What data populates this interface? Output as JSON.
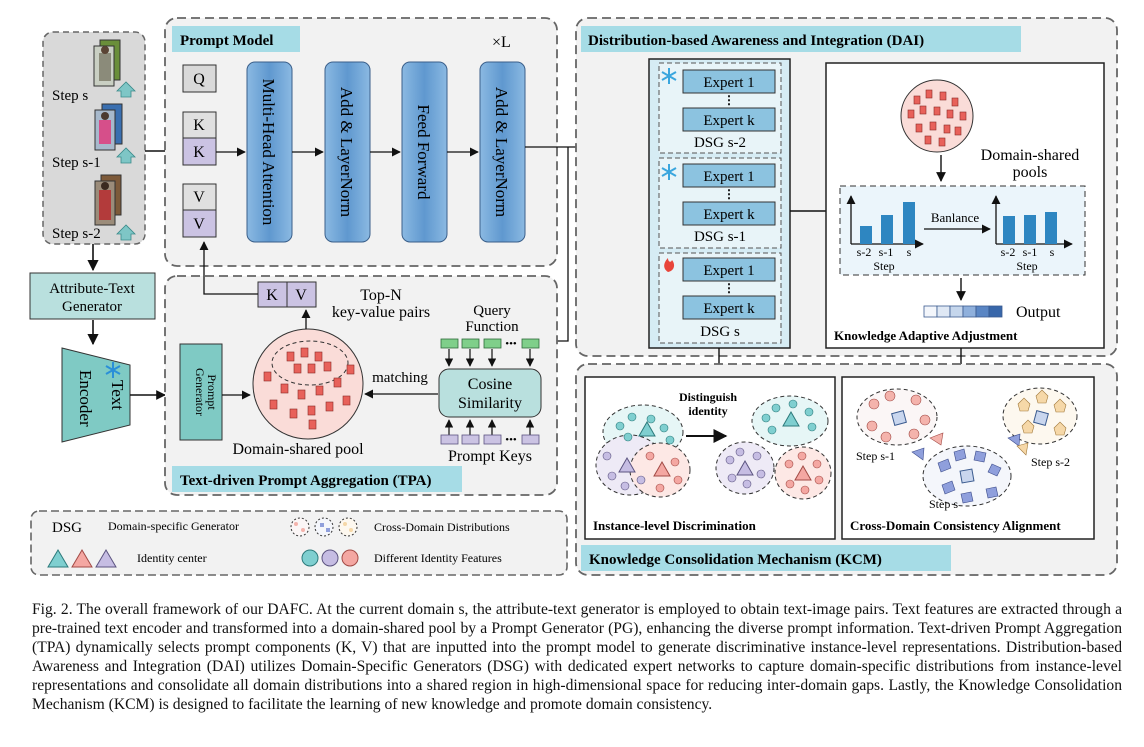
{
  "prompt_model": {
    "title": "Prompt Model",
    "repeat": "×L",
    "q": "Q",
    "k": "K",
    "v": "V",
    "blocks": [
      "Multi-Head Attention",
      "Add & LayerNorm",
      "Feed Forward",
      "Add & LayerNorm"
    ]
  },
  "steps": {
    "s": "Step s",
    "s1": "Step s-1",
    "s2": "Step s-2"
  },
  "generator": {
    "label_line1": "Attribute-Text",
    "label_line2": "Generator"
  },
  "encoder": {
    "line1": "Text",
    "line2": "Encoder"
  },
  "tpa": {
    "title": "Text-driven Prompt Aggregation (TPA)",
    "prompt_generator_line1": "Prompt",
    "prompt_generator_line2": "Generator",
    "pool_label": "Domain-shared pool",
    "matching": "matching",
    "kv_k": "K",
    "kv_v": "V",
    "topn_line1": "Top-N",
    "topn_line2": "key-value pairs",
    "query_line1": "Query",
    "query_line2": "Function",
    "cos_line1": "Cosine",
    "cos_line2": "Similarity",
    "prompt_keys": "Prompt Keys",
    "dots": "•••"
  },
  "dai": {
    "title": "Distribution-based Awareness and Integration (DAI)",
    "dsg_groups": [
      {
        "e1": "Expert 1",
        "ek": "Expert k",
        "label": "DSG  s-2"
      },
      {
        "e1": "Expert 1",
        "ek": "Expert k",
        "label": "DSG  s-1"
      },
      {
        "e1": "Expert 1",
        "ek": "Expert k",
        "label": "DSG  s"
      }
    ],
    "pools_line1": "Domain-shared",
    "pools_line2": "pools",
    "balance": "Banlance",
    "tick_s2": "s-2",
    "tick_s1": "s-1",
    "tick_s": "s",
    "axis_step": "Step",
    "output": "Output",
    "kaa": "Knowledge Adaptive Adjustment"
  },
  "kcm": {
    "title": "Knowledge Consolidation Mechanism (KCM)",
    "distinguish_line1": "Distinguish",
    "distinguish_line2": "identity",
    "instance": "Instance-level Discrimination",
    "cross": "Cross-Domain Consistency Alignment",
    "step_s1": "Step s-1",
    "step_s2": "Step s-2",
    "step_s": "Step s"
  },
  "legend": {
    "dsg_abbr": "DSG",
    "dsg_text": "Domain-specific Generator",
    "cross_text": "Cross-Domain Distributions",
    "identity_text": "Identity center",
    "features_text": "Different Identity Features"
  },
  "caption": "Fig. 2.  The overall framework of our DAFC. At the current domain s, the attribute-text generator is employed to obtain text-image pairs. Text features are extracted through a pre-trained text encoder and transformed into a domain-shared pool by a Prompt Generator (PG), enhancing the diverse prompt information. Text-driven Prompt Aggregation (TPA) dynamically selects prompt components (K, V) that are inputted into the prompt model to generate discriminative instance-level representations. Distribution-based Awareness and Integration (DAI) utilizes Domain-Specific Generators (DSG) with dedicated expert networks to capture domain-specific distributions from instance-level representations and consolidate all domain distributions into a shared region in high-dimensional space for reducing inter-domain gaps. Lastly, the Knowledge Consolidation Mechanism (KCM) is designed to facilitate the learning of new knowledge and promote domain consistency.",
  "colors": {
    "panel_fill": "#f2f2f2",
    "title_fill": "#a6dce6",
    "block_blue": "#6fa6d6",
    "expert_blue": "#8cc3e0",
    "lavender": "#cbc3e3",
    "teal": "#b9e0de",
    "pink": "#f4a7a2",
    "red_square": "#e8615a"
  }
}
